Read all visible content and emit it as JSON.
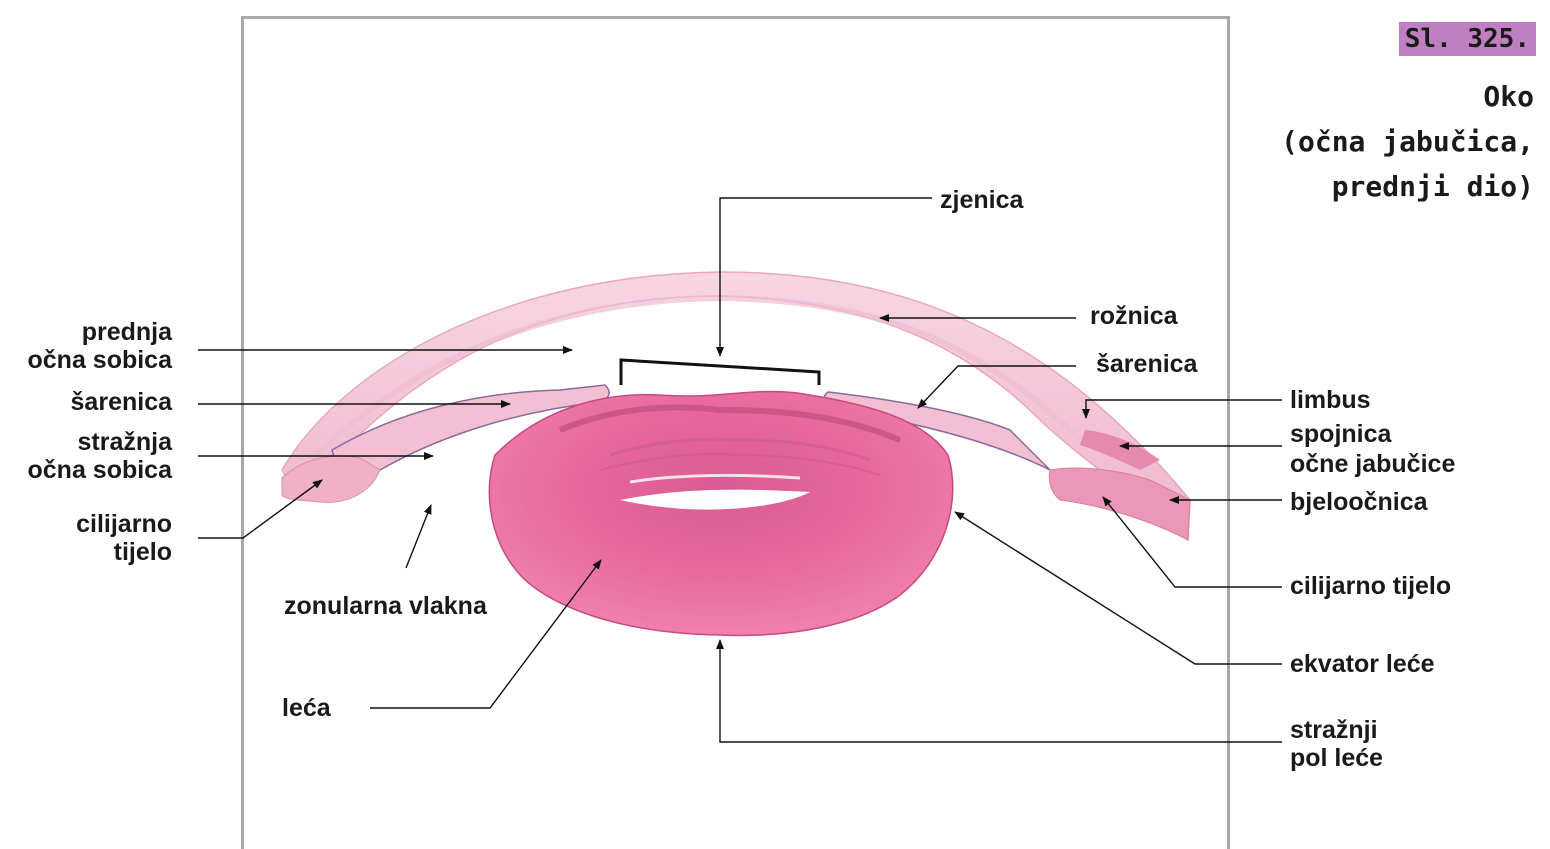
{
  "figure": {
    "number": "Sl. 325.",
    "title_lines": [
      "Oko",
      "(očna jabučica,",
      "prednji dio)"
    ]
  },
  "labels": {
    "zjenica": "zjenica",
    "roznica": "rožnica",
    "sarenica_right": "šarenica",
    "limbus": "limbus",
    "spojnica_1": "spojnica",
    "spojnica_2": "očne jabučice",
    "bjeloocnica": "bjeloočnica",
    "cilijarno_tijelo_right": "cilijarno tijelo",
    "ekvator_lece": "ekvator leće",
    "straznji_pol_1": "stražnji",
    "straznji_pol_2": "pol leće",
    "prednja_1": "prednja",
    "prednja_2": "očna sobica",
    "sarenica_left": "šarenica",
    "straznja_1": "stražnja",
    "straznja_2": "očna sobica",
    "cilijarno_left_1": "cilijarno",
    "cilijarno_left_2": "tijelo",
    "zonularna": "zonularna vlakna",
    "leca": "leća"
  },
  "colors": {
    "tissue_light": "#f4c8d8",
    "tissue_mid": "#e884ac",
    "lens": "#e8659a",
    "lens_dark": "#d24f86",
    "accent_figure": "#c07fc0"
  }
}
